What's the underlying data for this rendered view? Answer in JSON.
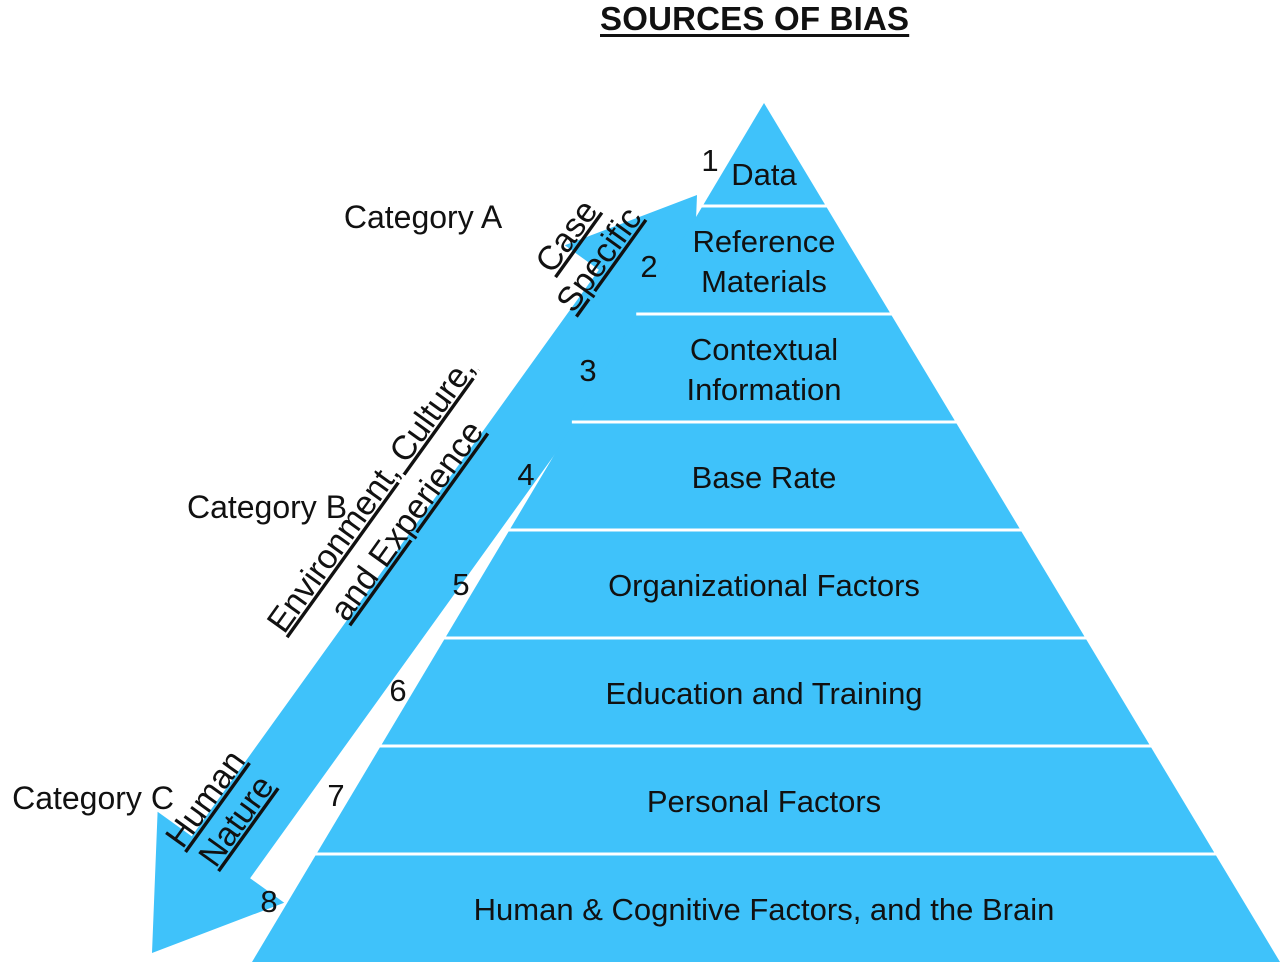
{
  "title": "SOURCES OF BIAS",
  "colors": {
    "pyramid_fill": "#3fc2fa",
    "arrow_fill": "#3fc2fa",
    "divider": "#ffffff",
    "text": "#111111"
  },
  "pyramid": {
    "tiers": [
      {
        "number": "1",
        "lines": [
          "Data"
        ]
      },
      {
        "number": "2",
        "lines": [
          "Reference",
          "Materials"
        ]
      },
      {
        "number": "3",
        "lines": [
          "Contextual",
          "Information"
        ]
      },
      {
        "number": "4",
        "lines": [
          "Base Rate"
        ]
      },
      {
        "number": "5",
        "lines": [
          "Organizational Factors"
        ]
      },
      {
        "number": "6",
        "lines": [
          "Education and Training"
        ]
      },
      {
        "number": "7",
        "lines": [
          "Personal Factors"
        ]
      },
      {
        "number": "8",
        "lines": [
          "Human & Cognitive Factors, and the Brain"
        ]
      }
    ]
  },
  "categories": [
    {
      "label": "Category A",
      "arrow_lines": [
        "Case",
        "Specific"
      ]
    },
    {
      "label": "Category B",
      "arrow_lines": [
        "Environment, Culture,",
        "and Experience"
      ]
    },
    {
      "label": "Category C",
      "arrow_lines": [
        "Human",
        "Nature"
      ]
    }
  ]
}
